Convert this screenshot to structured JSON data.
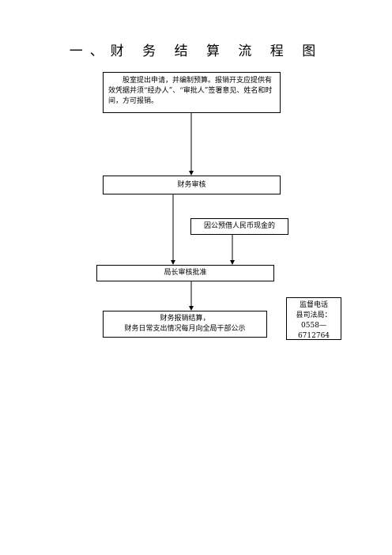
{
  "title": "一、财 务 结 算 流 程 图",
  "steps": {
    "apply": "股室提出申请，并编制预算。报销开支应提供有效凭据并须“经办人”、“审批人”签署意见、姓名和时间，方可报销。",
    "review": "财务审核",
    "advance": "因公预借人民币现金的",
    "approve": "局长审核批准",
    "settle_line1": "财务报销结算，",
    "settle_line2": "财务日常支出情况每月向全局干部公示"
  },
  "supervision": {
    "line1": "监督电话",
    "line2": "县司法局：",
    "phone": "0558—6712764"
  }
}
